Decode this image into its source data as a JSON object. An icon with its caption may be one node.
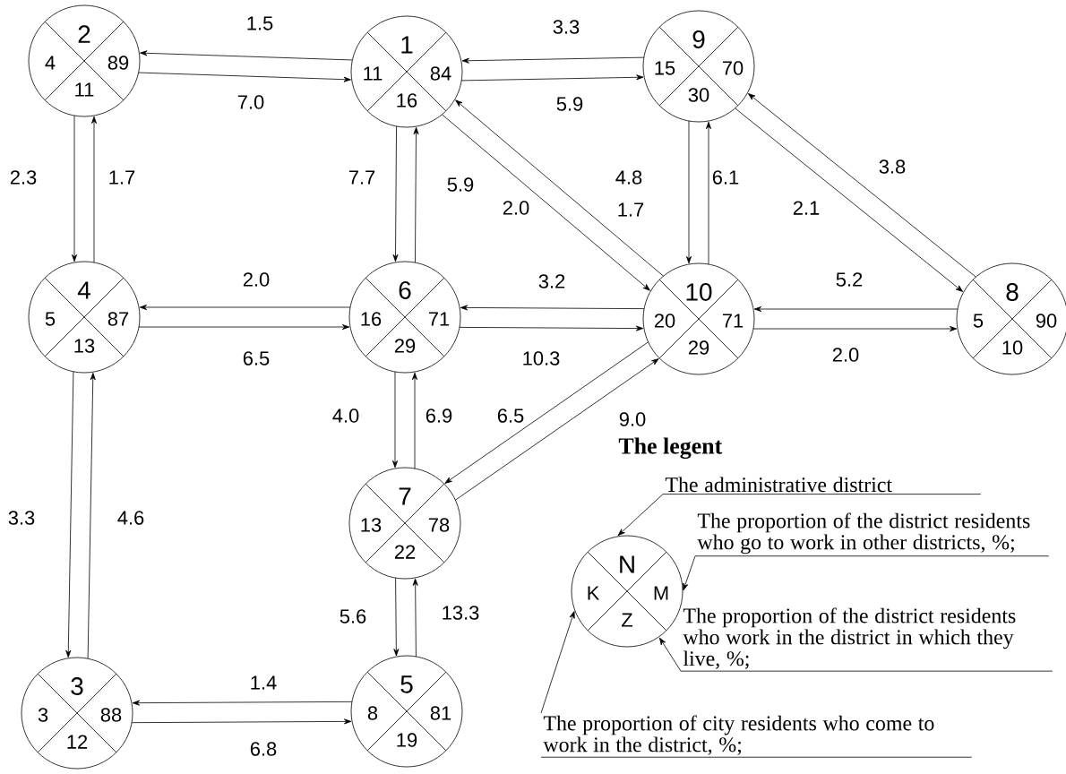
{
  "diagram": {
    "nodes": [
      {
        "text": [
          "2",
          "4",
          "89",
          "11"
        ]
      },
      {
        "text": [
          "1",
          "11",
          "84",
          "16"
        ]
      },
      {
        "text": [
          "9",
          "15",
          "70",
          "30"
        ]
      },
      {
        "text": [
          "4",
          "5",
          "87",
          "13"
        ]
      },
      {
        "text": [
          "6",
          "16",
          "71",
          "29"
        ]
      },
      {
        "text": [
          "10",
          "20",
          "71",
          "29"
        ]
      },
      {
        "text": [
          "8",
          "5",
          "90",
          "10"
        ]
      },
      {
        "text": [
          "7",
          "13",
          "78",
          "22"
        ]
      },
      {
        "text": [
          "3",
          "3",
          "88",
          "12"
        ]
      },
      {
        "text": [
          "5",
          "8",
          "81",
          "19"
        ]
      },
      {
        "text": [
          "N",
          "K",
          "M",
          "Z"
        ]
      },
      {
        "text": [
          "The administrative district"
        ]
      },
      {
        "text": [
          "The proportion of the district residents who go to work in other districts, %;"
        ]
      },
      {
        "text": [
          "The proportion of the district residents who work in the district in which they live, %;"
        ]
      },
      {
        "text": [
          "The proportion of city residents who come to work in the district, %;"
        ]
      }
    ],
    "edges": [
      {
        "from": 1,
        "to": 0,
        "arrow": "to",
        "label": "1.5"
      },
      {
        "from": 0,
        "to": 1,
        "arrow": "to",
        "label": "7.0"
      },
      {
        "from": 0,
        "to": 3,
        "arrow": "to",
        "label": "2.3"
      },
      {
        "from": 3,
        "to": 0,
        "arrow": "to",
        "label": "1.7"
      },
      {
        "from": 2,
        "to": 1,
        "arrow": "to",
        "label": "3.3"
      },
      {
        "from": 1,
        "to": 2,
        "arrow": "to",
        "label": "5.9"
      },
      {
        "from": 1,
        "to": 4,
        "arrow": "to",
        "label": "7.7"
      },
      {
        "from": 4,
        "to": 1,
        "arrow": "to",
        "label": "5.9"
      },
      {
        "from": 1,
        "to": 5,
        "arrow": "to",
        "label": "2.0"
      },
      {
        "from": 5,
        "to": 1,
        "arrow": "to",
        "label": "1.7"
      },
      {
        "from": 2,
        "to": 5,
        "arrow": "to",
        "label": "4.8"
      },
      {
        "from": 5,
        "to": 2,
        "arrow": "to",
        "label": "6.1"
      },
      {
        "from": 6,
        "to": 2,
        "arrow": "to",
        "label": "3.8"
      },
      {
        "from": 2,
        "to": 6,
        "arrow": "to",
        "label": "2.1"
      },
      {
        "from": 4,
        "to": 3,
        "arrow": "to",
        "label": "2.0"
      },
      {
        "from": 3,
        "to": 4,
        "arrow": "to",
        "label": "6.5"
      },
      {
        "from": 5,
        "to": 4,
        "arrow": "to",
        "label": "3.2"
      },
      {
        "from": 4,
        "to": 5,
        "arrow": "to",
        "label": "10.3"
      },
      {
        "from": 6,
        "to": 5,
        "arrow": "to",
        "label": "5.2"
      },
      {
        "from": 5,
        "to": 6,
        "arrow": "to",
        "label": "2.0"
      },
      {
        "from": 4,
        "to": 7,
        "arrow": "to",
        "label": "4.0"
      },
      {
        "from": 7,
        "to": 4,
        "arrow": "to",
        "label": "6.9"
      },
      {
        "from": 5,
        "to": 7,
        "arrow": "to",
        "label": "6.5"
      },
      {
        "from": 7,
        "to": 5,
        "arrow": "to",
        "label": "9.0"
      },
      {
        "from": 3,
        "to": 8,
        "arrow": "to",
        "label": "3.3"
      },
      {
        "from": 8,
        "to": 3,
        "arrow": "to",
        "label": "4.6"
      },
      {
        "from": 7,
        "to": 9,
        "arrow": "to",
        "label": "5.6"
      },
      {
        "from": 9,
        "to": 7,
        "arrow": "to",
        "label": "13.3"
      },
      {
        "from": 9,
        "to": 8,
        "arrow": "to",
        "label": "1.4"
      },
      {
        "from": 8,
        "to": 9,
        "arrow": "to",
        "label": "6.8"
      },
      {
        "from": 11,
        "to": 10,
        "arrow": "to"
      },
      {
        "from": 12,
        "to": 10,
        "arrow": "to"
      },
      {
        "from": 13,
        "to": 10,
        "arrow": "to"
      },
      {
        "from": 14,
        "to": 10,
        "arrow": "to"
      }
    ],
    "labels": [
      "The legent"
    ]
  }
}
